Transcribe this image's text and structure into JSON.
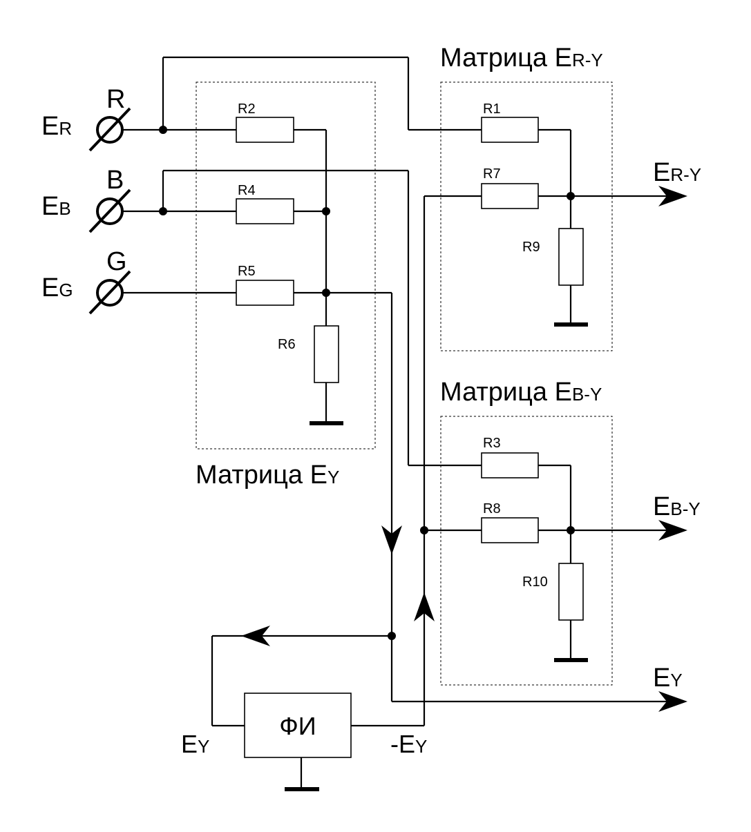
{
  "labels": {
    "inputs": [
      {
        "main": "E",
        "sub": "R",
        "letter": "R"
      },
      {
        "main": "E",
        "sub": "B",
        "letter": "B"
      },
      {
        "main": "E",
        "sub": "G",
        "letter": "G"
      }
    ],
    "matrix_y": {
      "prefix": "Матрица E",
      "sub": "Y"
    },
    "matrix_ry": {
      "prefix": "Матрица E",
      "sub": "R-Y"
    },
    "matrix_by": {
      "prefix": "Матрица E",
      "sub": "B-Y"
    },
    "outputs": {
      "ry": {
        "main": "E",
        "sub": "R-Y"
      },
      "by": {
        "main": "E",
        "sub": "B-Y"
      },
      "y": {
        "main": "E",
        "sub": "Y"
      }
    },
    "inverter": "ФИ",
    "inverter_in": {
      "main": "E",
      "sub": "Y"
    },
    "inverter_out": {
      "main": "-E",
      "sub": "Y"
    }
  },
  "resistors": [
    "R1",
    "R2",
    "R3",
    "R4",
    "R5",
    "R6",
    "R7",
    "R8",
    "R9",
    "R10"
  ]
}
